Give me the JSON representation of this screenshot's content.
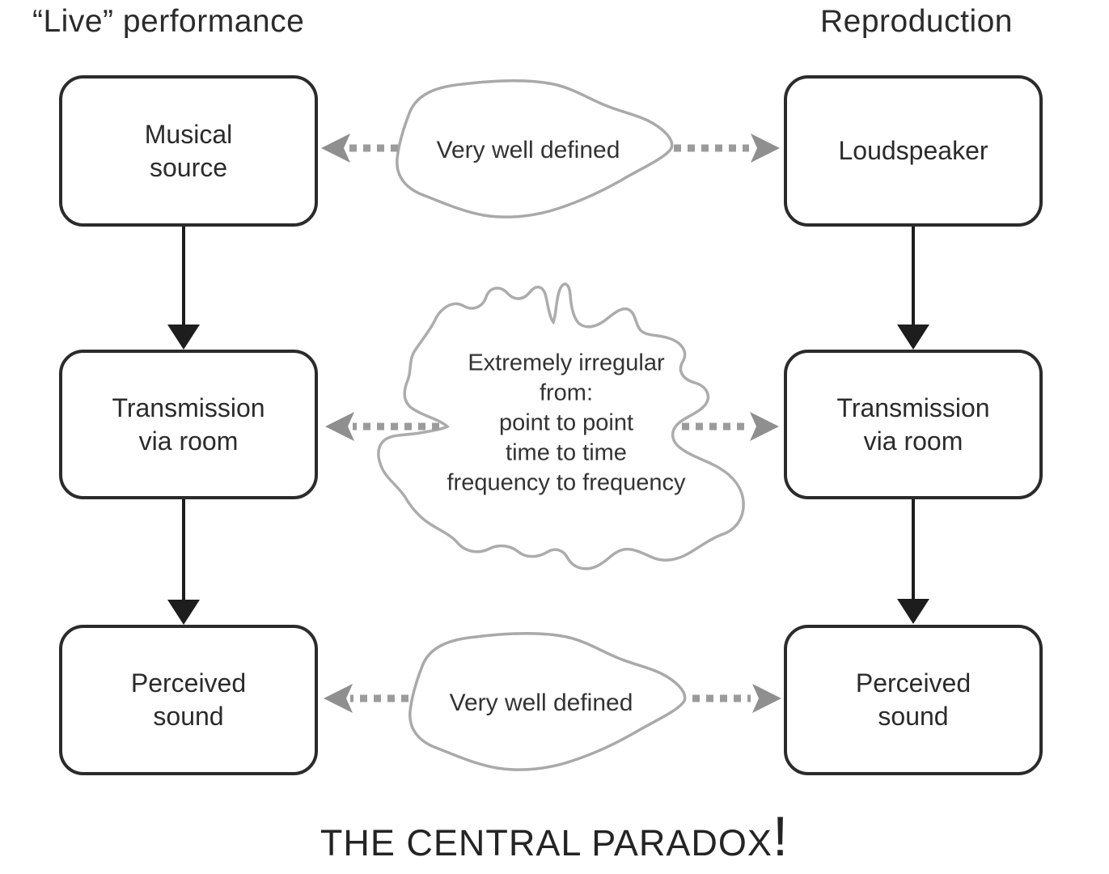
{
  "headings": {
    "live": "“Live” performance",
    "reproduction": "Reproduction"
  },
  "boxes": {
    "left": [
      "Musical\nsource",
      "Transmission\nvia room",
      "Perceived\nsound"
    ],
    "right": [
      "Loudspeaker",
      "Transmission\nvia room",
      "Perceived\nsound"
    ]
  },
  "clouds": {
    "top": "Very well defined",
    "middle": "Extremely irregular\nfrom:\npoint to point\ntime to time\nfrequency to frequency",
    "bottom": "Very well defined"
  },
  "footer": {
    "title": "THE CENTRAL PARADOX",
    "exclamation": "!"
  },
  "colors": {
    "box_border": "#2b2b2b",
    "text": "#2b2b2b",
    "cloud_outline": "#a9a9a9",
    "dotted_arrow": "#9b9b9b",
    "dotted_arrowhead": "#8f8f8f",
    "solid_arrow": "#1d1d1d",
    "background": "#ffffff"
  }
}
